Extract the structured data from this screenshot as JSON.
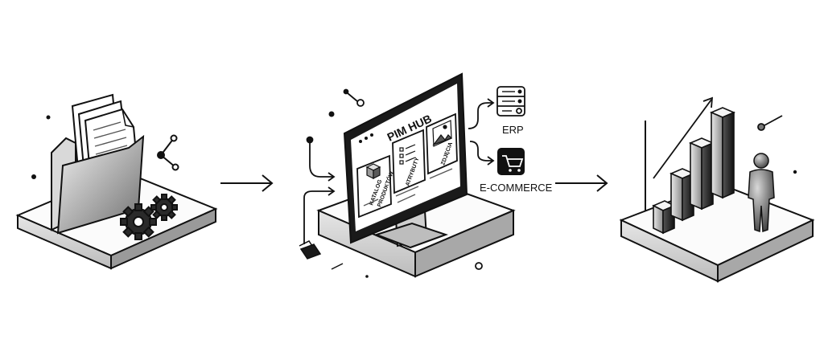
{
  "hub": {
    "title": "PIM HUB",
    "cards": {
      "catalog_line1": "KATALOG",
      "catalog_line2": "PRODUKTÓW",
      "attributes": "ATRYBUTY",
      "photos": "ZDJĘCIA"
    }
  },
  "outputs": {
    "erp": "ERP",
    "ecommerce": "E-COMMERCE"
  },
  "colors": {
    "ink": "#111111",
    "paper": "#ffffff"
  }
}
